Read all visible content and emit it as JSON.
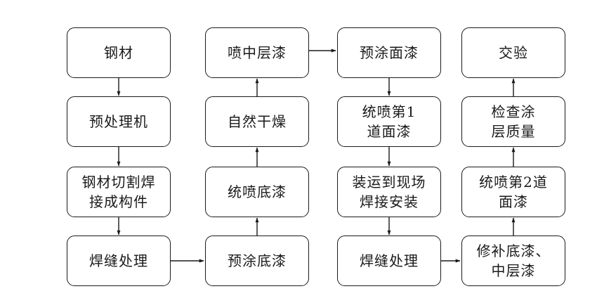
{
  "diagram": {
    "columns": [
      {
        "steps": [
          {
            "label": "钢材"
          },
          {
            "label": "预处理机"
          },
          {
            "label": "钢材切割焊\n接成构件"
          },
          {
            "label": "焊缝处理"
          }
        ]
      },
      {
        "steps": [
          {
            "label": "喷中层漆"
          },
          {
            "label": "自然干燥"
          },
          {
            "label": "统喷底漆"
          },
          {
            "label": "预涂底漆"
          }
        ]
      },
      {
        "steps": [
          {
            "label": "预涂面漆"
          },
          {
            "label": "统喷第1\n道面漆"
          },
          {
            "label": "装运到现场\n焊接安装"
          },
          {
            "label": "焊缝处理"
          }
        ]
      },
      {
        "steps": [
          {
            "label": "交验"
          },
          {
            "label": "检查涂\n层质量"
          },
          {
            "label": "统喷第2道\n面漆"
          },
          {
            "label": "修补底漆、\n中层漆"
          }
        ]
      }
    ],
    "line_color": "#1a1a1a"
  }
}
